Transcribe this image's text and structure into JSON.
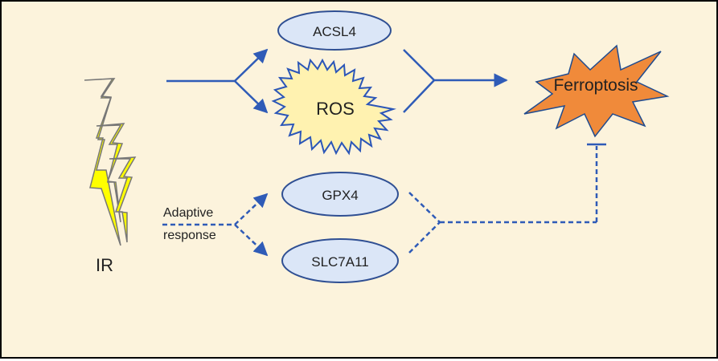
{
  "diagram": {
    "nodes": {
      "ir": "IR",
      "acsl4": "ACSL4",
      "ros": "ROS",
      "gpx4": "GPX4",
      "slc7a11": "SLC7A11",
      "ferroptosis": "Ferroptosis"
    },
    "annotations": {
      "adaptive_line1": "Adaptive",
      "adaptive_line2": "response"
    },
    "colors": {
      "background": "#fcf3dc",
      "arrow": "#2f5bb7",
      "node_fill": "#dbe6f7",
      "node_stroke": "#2f4f93",
      "ros_fill": "#fff2b0",
      "ros_stroke": "#2b56b8",
      "ferroptosis_fill": "#f08a3a",
      "ferroptosis_stroke": "#1f4b8f",
      "lightning_fill": "#ffff00",
      "lightning_stroke": "#7a7a7a"
    },
    "icons": [
      "lightning-bolt-icon"
    ]
  }
}
